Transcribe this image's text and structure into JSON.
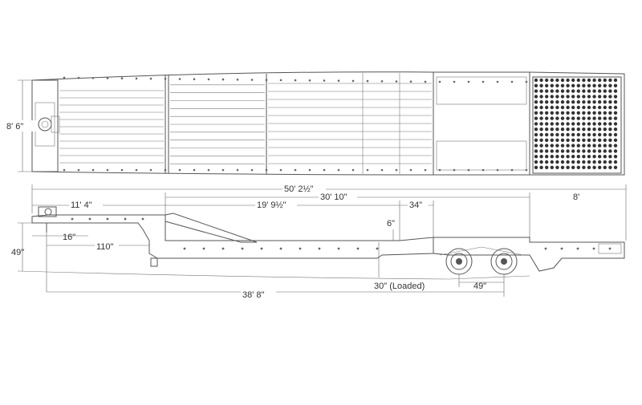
{
  "top_view": {
    "width_label": "8' 6\""
  },
  "side_view": {
    "overall_length": "50' 2½\"",
    "gooseneck_length": "11' 4\"",
    "deck_length": "30' 10\"",
    "well_length": "19' 9½\"",
    "step_34": "34\"",
    "rear_deck": "8'",
    "step_6": "6\"",
    "kingpin_16": "16\"",
    "height_49": "49\"",
    "front_110": "110\"",
    "deck_height_loaded": "30\" (Loaded)",
    "axle_spacing": "49\"",
    "kingpin_to_axle": "38' 8\""
  },
  "colors": {
    "line": "#555555",
    "grating": "#333333"
  }
}
